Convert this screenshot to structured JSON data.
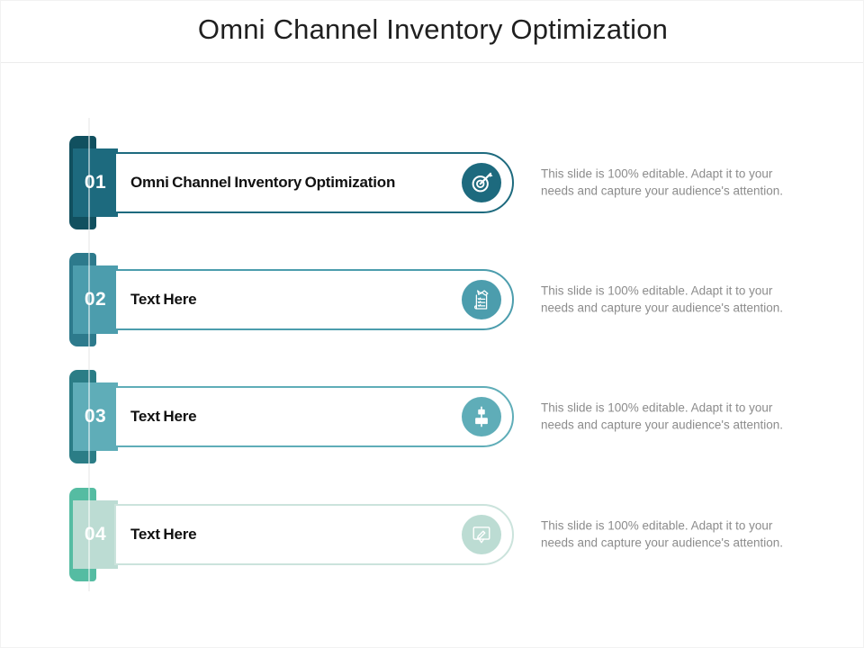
{
  "slide": {
    "title": "Omni Channel Inventory Optimization",
    "rows": [
      {
        "number": "01",
        "label": "Omni Channel Inventory Optimization",
        "icon": "target-dart-icon",
        "desc_line1": "This slide is 100% editable. Adapt it to your",
        "desc_line2": "needs and capture your audience's attention.",
        "color_main": "#1d6a7e",
        "color_back": "#11505f"
      },
      {
        "number": "02",
        "label": "Text Here",
        "icon": "agreement-document-icon",
        "desc_line1": "This slide is 100% editable. Adapt it to your",
        "desc_line2": "needs and capture your audience's attention.",
        "color_main": "#4c9dad",
        "color_back": "#2d7a8c"
      },
      {
        "number": "03",
        "label": "Text Here",
        "icon": "align-center-icon",
        "desc_line1": "This slide is 100% editable. Adapt it to your",
        "desc_line2": "needs and capture your audience's attention.",
        "color_main": "#5fadb8",
        "color_back": "#2b7d86"
      },
      {
        "number": "04",
        "label": "Text Here",
        "icon": "message-edit-icon",
        "desc_line1": "This slide is 100% editable. Adapt it to your",
        "desc_line2": "needs and capture your audience's attention.",
        "color_main": "#bcdcd3",
        "color_back": "#55bca2"
      }
    ]
  }
}
